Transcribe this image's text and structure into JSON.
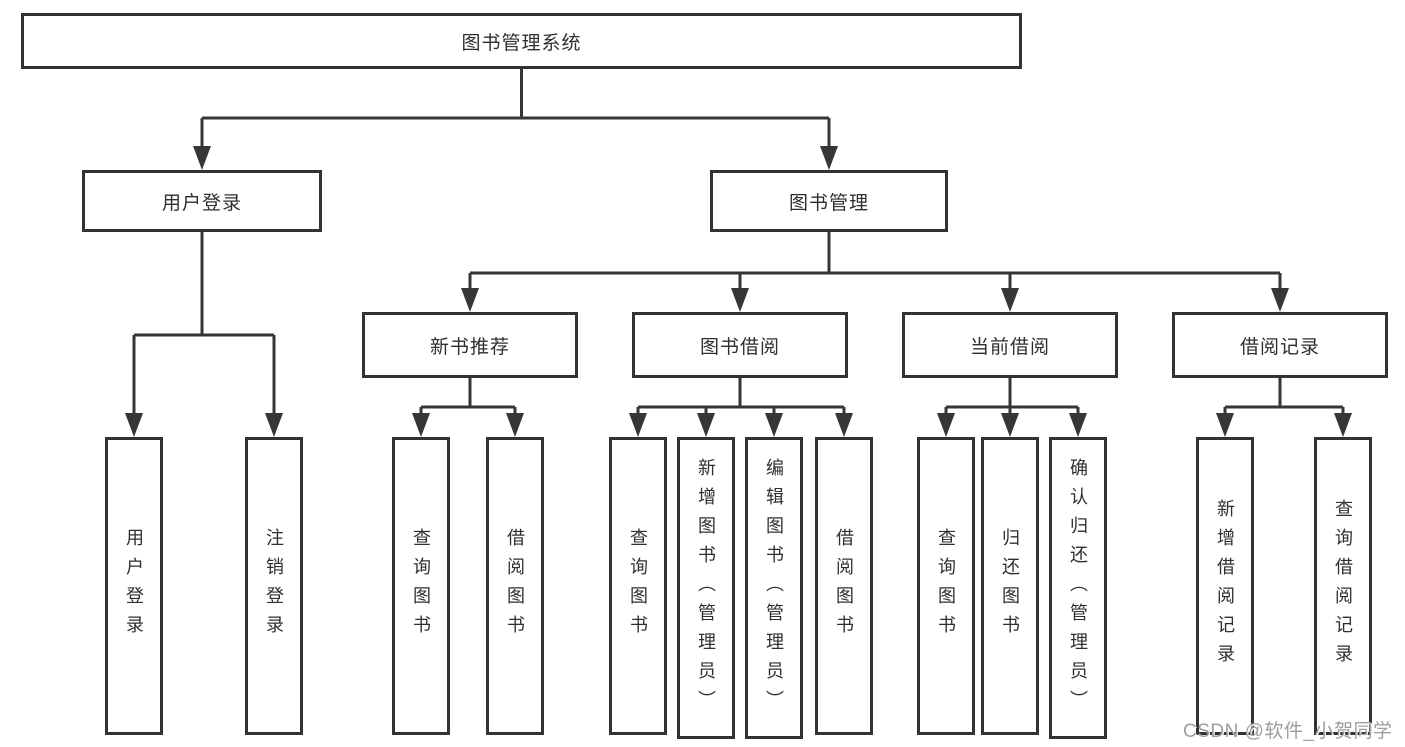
{
  "diagram": {
    "type": "hierarchy-tree",
    "title": "图书管理系统",
    "watermark": "CSDN @软件_小贺同学",
    "colors": {
      "line": "#363636",
      "box_border": "#333333",
      "box_background": "#ffffff",
      "text": "#2f2f2f",
      "watermark_text": "#9e9e9e",
      "page_background": "#ffffff"
    },
    "tree": {
      "label": "图书管理系统",
      "children": [
        {
          "label": "用户登录",
          "children": [
            {
              "label": "用户登录"
            },
            {
              "label": "注销登录"
            }
          ]
        },
        {
          "label": "图书管理",
          "children": [
            {
              "label": "新书推荐",
              "children": [
                {
                  "label": "查询图书"
                },
                {
                  "label": "借阅图书"
                }
              ]
            },
            {
              "label": "图书借阅",
              "children": [
                {
                  "label": "查询图书"
                },
                {
                  "label": "新增图书（管理员）"
                },
                {
                  "label": "编辑图书（管理员）"
                },
                {
                  "label": "借阅图书"
                }
              ]
            },
            {
              "label": "当前借阅",
              "children": [
                {
                  "label": "查询图书"
                },
                {
                  "label": "归还图书"
                },
                {
                  "label": "确认归还（管理员）"
                }
              ]
            },
            {
              "label": "借阅记录",
              "children": [
                {
                  "label": "新增借阅记录"
                },
                {
                  "label": "查询借阅记录"
                }
              ]
            }
          ]
        }
      ]
    }
  }
}
